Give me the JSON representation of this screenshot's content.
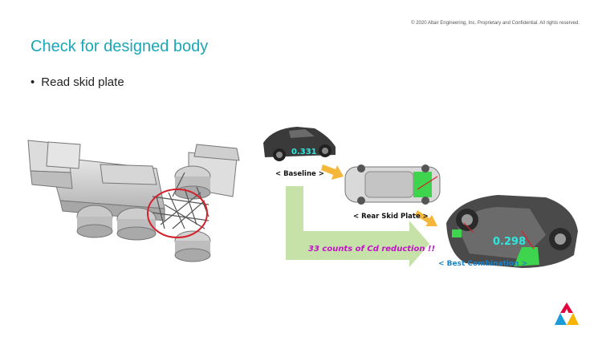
{
  "header": {
    "copyright": "© 2020 Altair Engineering, Inc. Proprietary and Confidential. All rights reserved."
  },
  "slide": {
    "title": "Check for designed body",
    "bullets": [
      "Read skid plate"
    ]
  },
  "figure": {
    "baseline_value": "0.331",
    "baseline_label": "< Baseline >",
    "rear_label": "< Rear Skid Plate >",
    "best_value": "0.298",
    "best_label": "< Best Combination >",
    "reduction_text": "33 counts of Cd reduction !!"
  },
  "colors": {
    "title": "#1aa7b8",
    "accent_green": "#c6e2a8",
    "arrow_yellow": "#f4b73a",
    "highlight_red": "#d4202a",
    "skid_green": "#3ed44d",
    "value_cyan": "#2ee8e0",
    "reduction_magenta": "#c214c9",
    "best_label_blue": "#1a82c6"
  },
  "icons": [
    "chassis-illustration",
    "car-side-view",
    "car-top-view",
    "car-bottom-view",
    "company-logo-icon"
  ]
}
